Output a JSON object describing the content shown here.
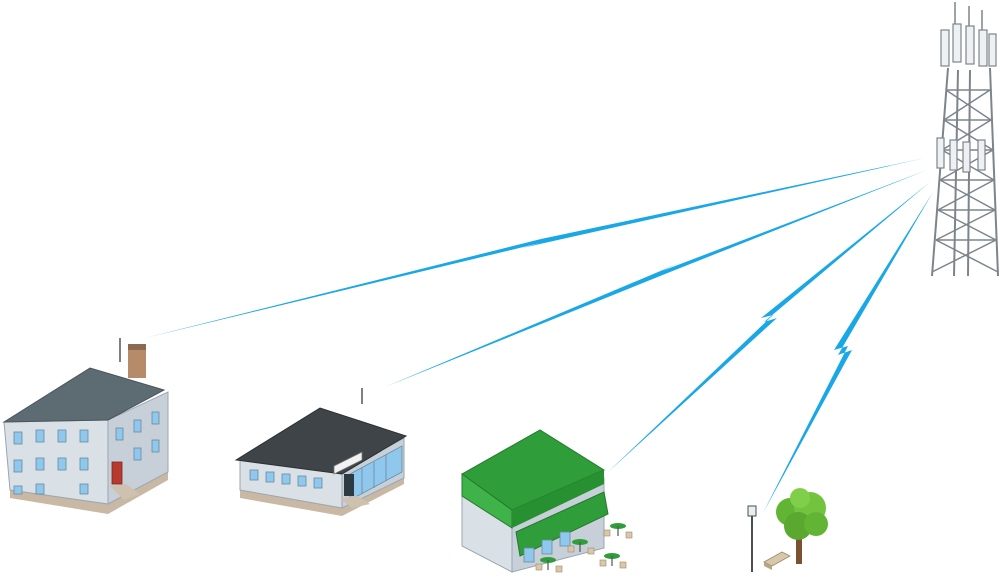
{
  "diagram": {
    "nodes": [
      {
        "id": "tower",
        "kind": "cell-tower",
        "icon": "cell-tower-icon"
      },
      {
        "id": "house",
        "kind": "house",
        "icon": "house-icon"
      },
      {
        "id": "office",
        "kind": "office",
        "icon": "office-building-icon"
      },
      {
        "id": "cafe",
        "kind": "cafe",
        "icon": "cafe-icon"
      },
      {
        "id": "park",
        "kind": "park",
        "icon": "park-icon"
      }
    ],
    "links": [
      {
        "from": "tower",
        "to": "house"
      },
      {
        "from": "tower",
        "to": "office"
      },
      {
        "from": "tower",
        "to": "cafe"
      },
      {
        "from": "tower",
        "to": "park"
      }
    ]
  },
  "colors": {
    "signal": "#1aa7e6",
    "house_wall": "#d6dde4",
    "house_roof": "#5d6b72",
    "office_roof": "#3e4448",
    "cafe_roof": "#2f9d3a",
    "window": "#8fc8ec",
    "tree": "#62b534"
  },
  "office": {
    "sign_text": ""
  }
}
